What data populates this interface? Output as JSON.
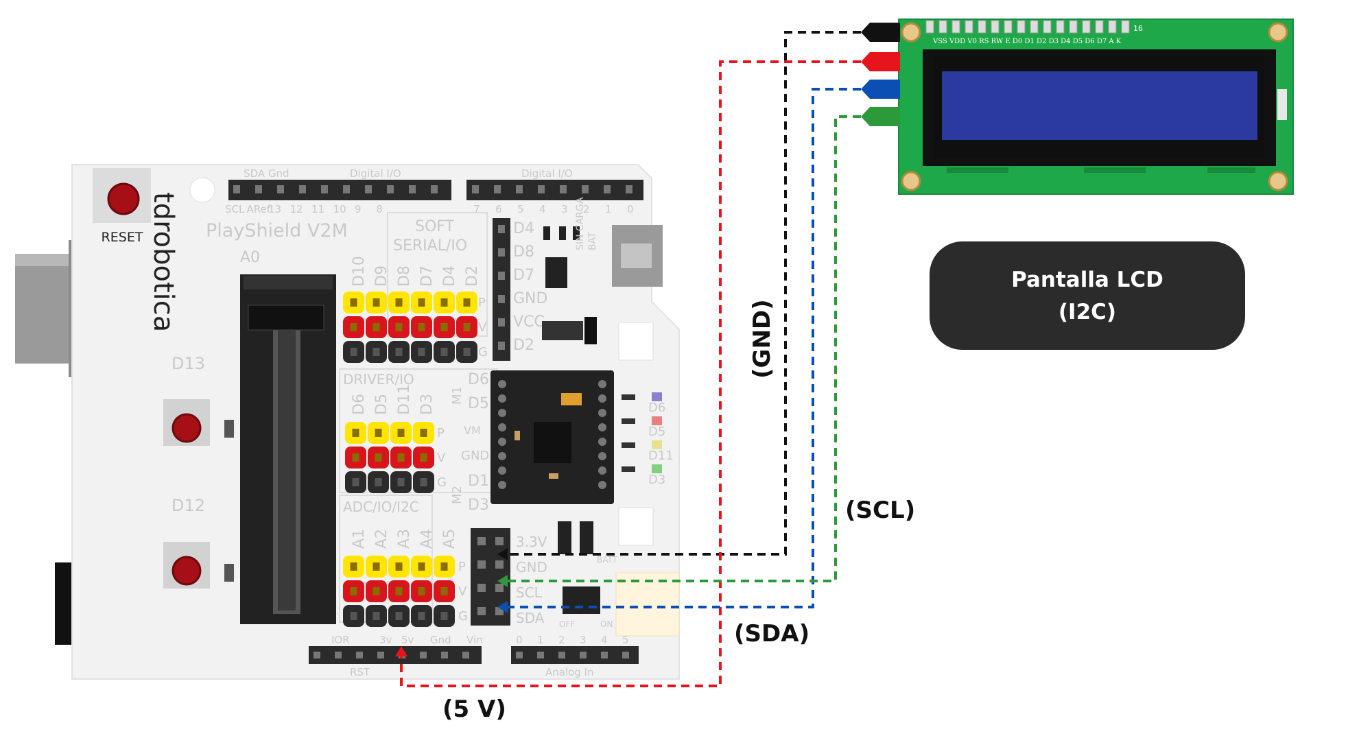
{
  "board": {
    "reset_label": "RESET",
    "brand": "tdrobotica",
    "model": "PlayShield V2M",
    "top_left_header": "SDA   Gnd",
    "digital_io_left": "Digital I/O",
    "digital_io_right": "Digital I/O",
    "left_header_labels": [
      "SCL",
      "ARef",
      "13",
      "12",
      "11",
      "10",
      "9",
      "8"
    ],
    "right_header_labels": [
      "7",
      "6",
      "5",
      "4",
      "3",
      "2",
      "1",
      "0"
    ],
    "slider_label": "A0",
    "button_d13": "D13",
    "button_d12": "D12",
    "soft_serial": [
      "SOFT",
      "SERIAL/IO"
    ],
    "soft_serial_pins": [
      "D10",
      "D9",
      "D8",
      "D7",
      "D4",
      "D2"
    ],
    "right_column_pins": [
      "D4",
      "D8",
      "D7",
      "GND",
      "VCC",
      "D2"
    ],
    "carga_bat": [
      "SIN CARGA",
      "BAT"
    ],
    "driver_io": "DRIVER/IO",
    "driver_pins": [
      "D6",
      "D5",
      "D11",
      "D3"
    ],
    "motor_labels": [
      "M1",
      "M2"
    ],
    "motor_pins": [
      "D6",
      "D5",
      "D11",
      "D3"
    ],
    "vm_gnd": [
      "VM",
      "GND"
    ],
    "led_labels": [
      "D6",
      "D5",
      "D11",
      "D3"
    ],
    "adc_label": "ADC/IO/I2C",
    "adc_pins": [
      "A1",
      "A2",
      "A3",
      "A4",
      "A5"
    ],
    "i2c_pins": [
      "3.3V",
      "GND",
      "SCL",
      "SDA"
    ],
    "power_labels": [
      "IOR",
      "3v",
      "5v",
      "Gnd",
      "Vin"
    ],
    "rst_label": "RST",
    "analog_numbers": [
      "0",
      "1",
      "2",
      "3",
      "4",
      "5"
    ],
    "analog_in": "Analog In",
    "row_letters": [
      "P",
      "V",
      "G"
    ],
    "switch_labels": [
      "OFF",
      "ON"
    ],
    "batt_label": "BATT"
  },
  "lcd": {
    "pin_labels": "VSS VDD V0 RS RW E D0 D1 D2 D3 D4 D5 D6 D7 A K",
    "pin_16": "16"
  },
  "callout": {
    "line1": "Pantalla LCD",
    "line2": "(I2C)"
  },
  "wires": {
    "gnd": "(GND)",
    "scl": "(SCL)",
    "sda": "(SDA)",
    "vcc": "(5 V)"
  },
  "colors": {
    "gnd_wire": "#111111",
    "vcc_wire": "#e8141c",
    "sda_wire": "#0b4fb5",
    "scl_wire": "#2d9a3a",
    "pcb_green": "#1fa84a",
    "lcd_blue": "#2a3aa0",
    "board_white": "#f2f2f2",
    "header_yellow": "#ffe500",
    "header_red": "#d8141c",
    "header_black": "#2b2b2b",
    "callout_bg": "#2b2b2b"
  }
}
